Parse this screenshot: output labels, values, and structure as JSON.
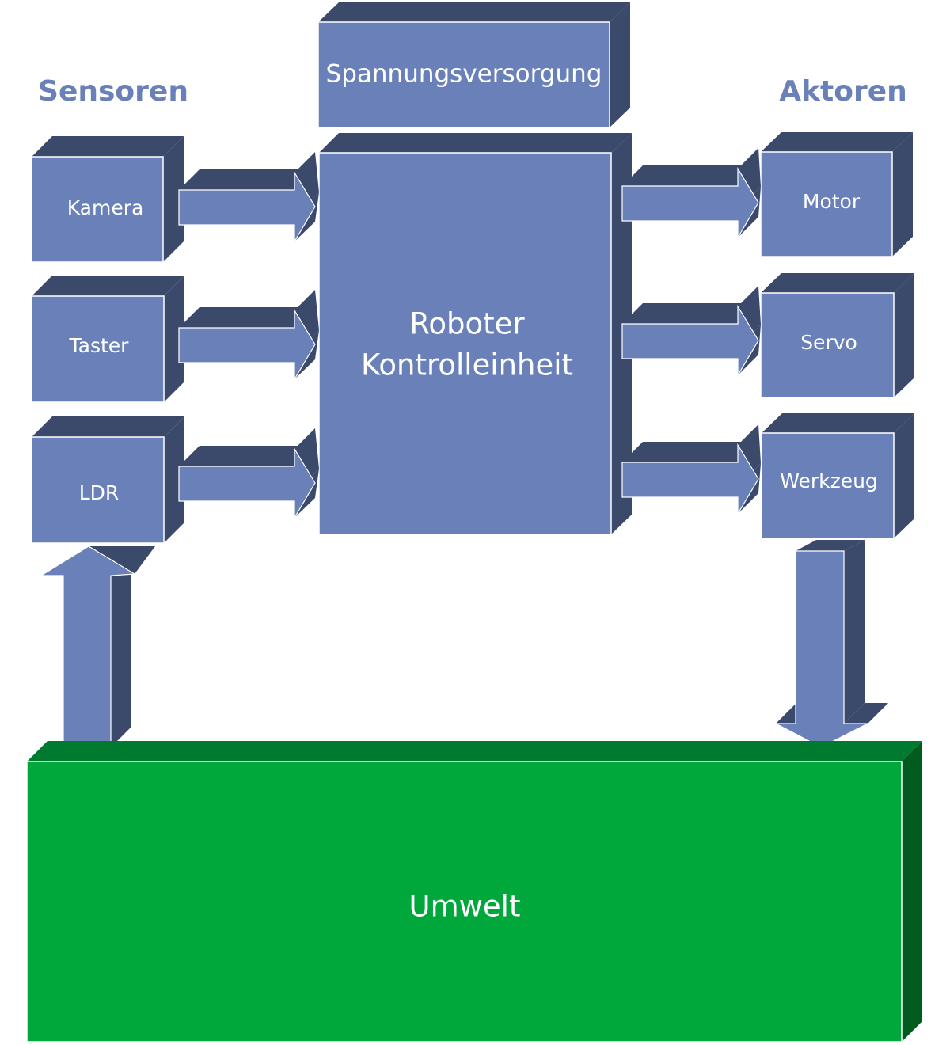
{
  "headings": {
    "sensors": "Sensoren",
    "actuators": "Aktoren"
  },
  "power_supply": {
    "label": "Spannungsversorgung"
  },
  "controller": {
    "line1": "Roboter",
    "line2": "Kontrolleinheit"
  },
  "sensors": [
    {
      "label": "Kamera"
    },
    {
      "label": "Taster"
    },
    {
      "label": "LDR"
    }
  ],
  "actuators": [
    {
      "label": "Motor"
    },
    {
      "label": "Servo"
    },
    {
      "label": "Werkzeug"
    }
  ],
  "environment": {
    "label": "Umwelt"
  },
  "colors": {
    "box_front": "#6a80b8",
    "box_side": "#3b4a6b",
    "environment_front": "#00a83c",
    "environment_side": "#005c1e",
    "heading": "#6a80b8",
    "text": "#ffffff"
  }
}
